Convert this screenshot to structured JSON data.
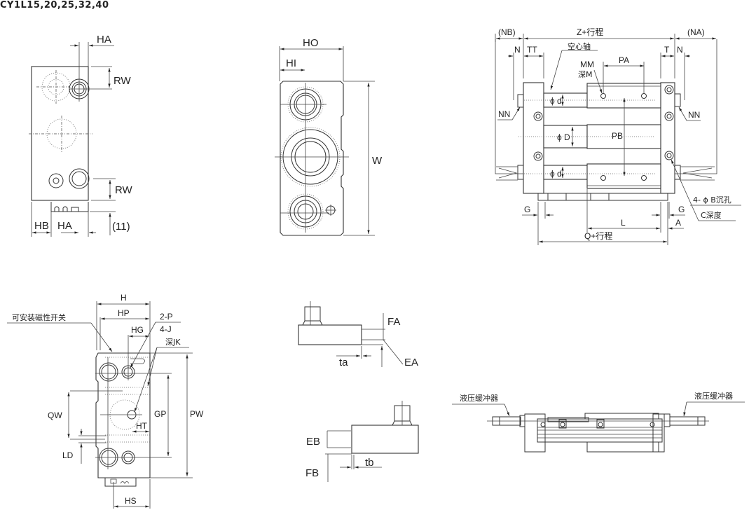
{
  "title": "CY1L15,20,25,32,40",
  "side_view": {
    "labels": {
      "ha_top": "HA",
      "rw_top": "RW",
      "rw_bottom": "RW",
      "hb": "HB",
      "ha_bottom": "HA",
      "dim11": "(11)"
    }
  },
  "end_view": {
    "labels": {
      "ho": "HO",
      "hi": "HI",
      "w": "W"
    }
  },
  "top_view": {
    "labels": {
      "nb": "(NB)",
      "z": "Z+行程",
      "na": "(NA)",
      "n_left": "N",
      "tt": "TT",
      "hollow_shaft": "空心轴",
      "t": "T",
      "n_right": "N",
      "pa": "PA",
      "mm": "MM",
      "depth_m": "深M",
      "nn_left": "NN",
      "nn_right": "NN",
      "phi_d_top": "ϕ d",
      "phi_D": "ϕ D",
      "pb": "PB",
      "phi_d_bottom": "ϕ d",
      "counterbore": "4- ϕ B沉孔",
      "depth_c": "C深度",
      "g_left": "G",
      "g_right": "G",
      "l": "L",
      "a": "A",
      "q": "Q+行程"
    }
  },
  "front_view": {
    "labels": {
      "h": "H",
      "hp": "HP",
      "hg": "HG",
      "switch": "可安装磁性开关",
      "p": "2-P",
      "j": "4-J",
      "depth_jk": "深JK",
      "qw": "QW",
      "gp": "GP",
      "pw": "PW",
      "ht": "HT",
      "ld": "LD",
      "hs": "HS"
    }
  },
  "detail_a": {
    "labels": {
      "fa": "FA",
      "ta": "ta",
      "ea": "EA"
    }
  },
  "detail_b": {
    "labels": {
      "eb": "EB",
      "fb": "FB",
      "tb": "tb"
    }
  },
  "shock_view": {
    "labels": {
      "left": "液压缓冲器",
      "right": "液压缓冲器"
    }
  }
}
